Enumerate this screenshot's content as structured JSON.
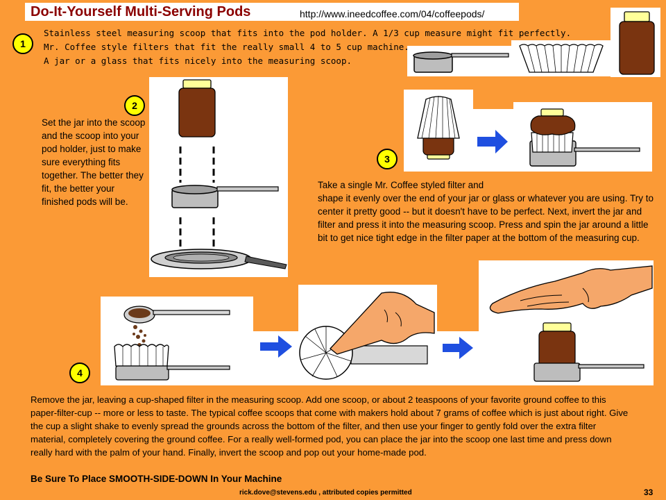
{
  "title": "Do-It-Yourself Multi-Serving Pods",
  "url": "http://www.ineedcoffee.com/04/coffeepods/",
  "steps": {
    "s1": {
      "number": "1",
      "lines": [
        "Stainless steel measuring scoop that fits into the pod holder. A 1/3 cup measure might fit perfectly.",
        "Mr. Coffee style filters that fit the really small 4 to 5 cup machine.",
        "A jar or a glass that fits nicely into the measuring scoop."
      ]
    },
    "s2": {
      "number": "2",
      "text": "Set the jar into the scoop and the scoop into your pod holder, just to make sure everything fits together. The better they fit, the better your finished pods will be."
    },
    "s3": {
      "number": "3",
      "text_line1": "Take a single Mr. Coffee styled filter and",
      "text_rest": "shape it evenly over the end of your jar or glass or whatever you are using. Try to center it pretty good -- but it doesn't have to be perfect. Next, invert the jar and filter and press it into the measuring scoop. Press and spin the jar around a little bit to get nice tight edge in the filter paper at the bottom of the measuring cup."
    },
    "s4": {
      "number": "4",
      "text": "Remove the jar, leaving a cup-shaped filter in the measuring scoop. Add one scoop, or about 2 teaspoons of your favorite ground coffee to this paper-filter-cup -- more or less to taste. The typical coffee scoops that come with makers hold about 7 grams of coffee which is just about right. Give the cup a slight shake to evenly spread the grounds across the bottom of the filter, and then use your finger to gently fold over the extra filter material, completely covering the ground coffee. For a really well-formed pod, you can place the jar into the scoop one last time and press down really hard with the palm of your hand. Finally, invert the scoop and pop out your home-made pod.",
      "warning": "Be Sure To Place SMOOTH-SIDE-DOWN In Your Machine"
    }
  },
  "footer": {
    "credit": "rick.dove@stevens.edu , attributed copies permitted",
    "page": "33"
  },
  "colors": {
    "background": "#FB9A36",
    "title": "#8B0000",
    "badge": "#FFFF00",
    "arrow": "#1F4FE0",
    "jar": "#7A3410",
    "lid": "#FFFF99",
    "hand": "#F5A76A"
  }
}
